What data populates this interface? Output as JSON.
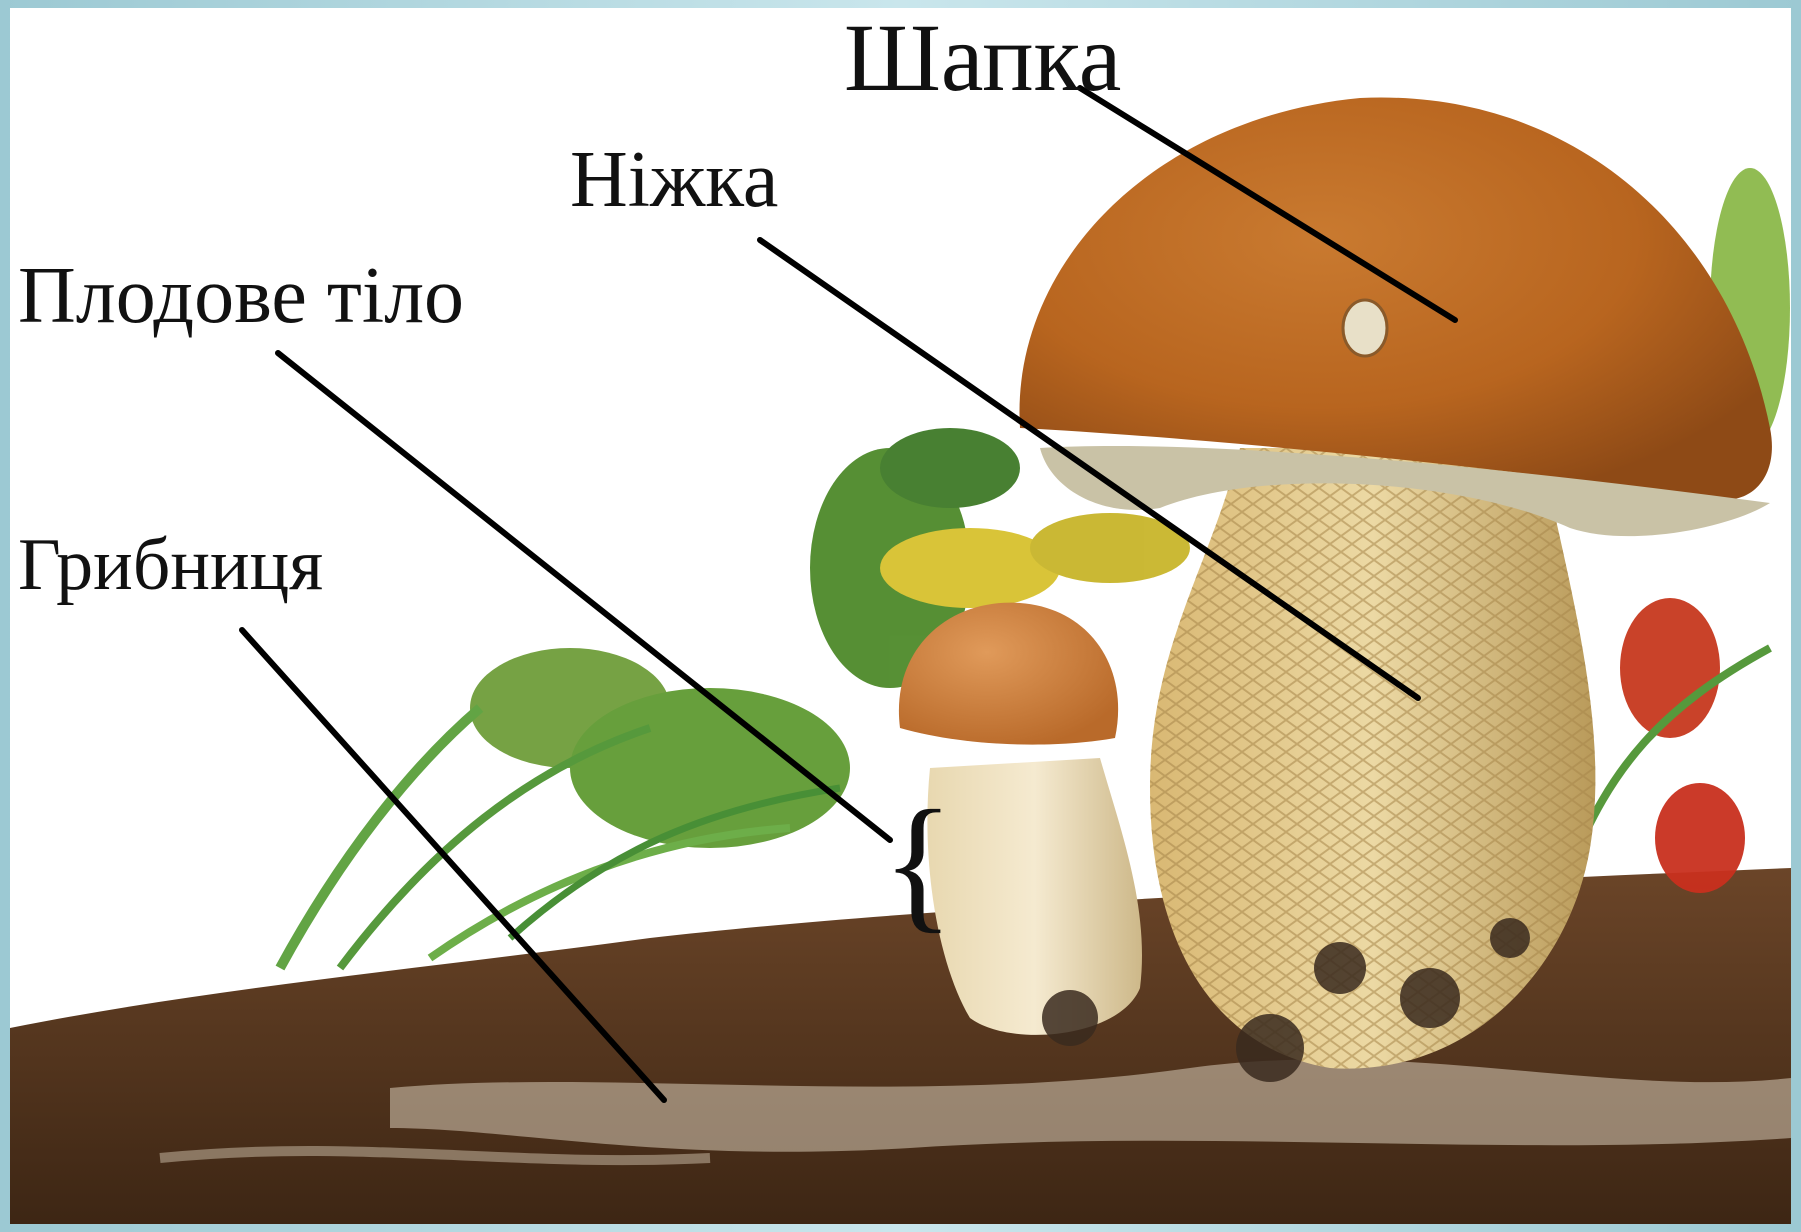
{
  "labels": {
    "cap": "Шапка",
    "stem": "Ніжка",
    "fruiting_body": "Плодове тіло",
    "mycelium": "Грибниця"
  },
  "colors": {
    "frame": "#a8d2da",
    "background": "#ffffff",
    "cap": "#b8651f",
    "stem": "#e6c98a",
    "soil": "#5b3a22",
    "grass": "#5f9a32",
    "leader_line": "#000000"
  }
}
